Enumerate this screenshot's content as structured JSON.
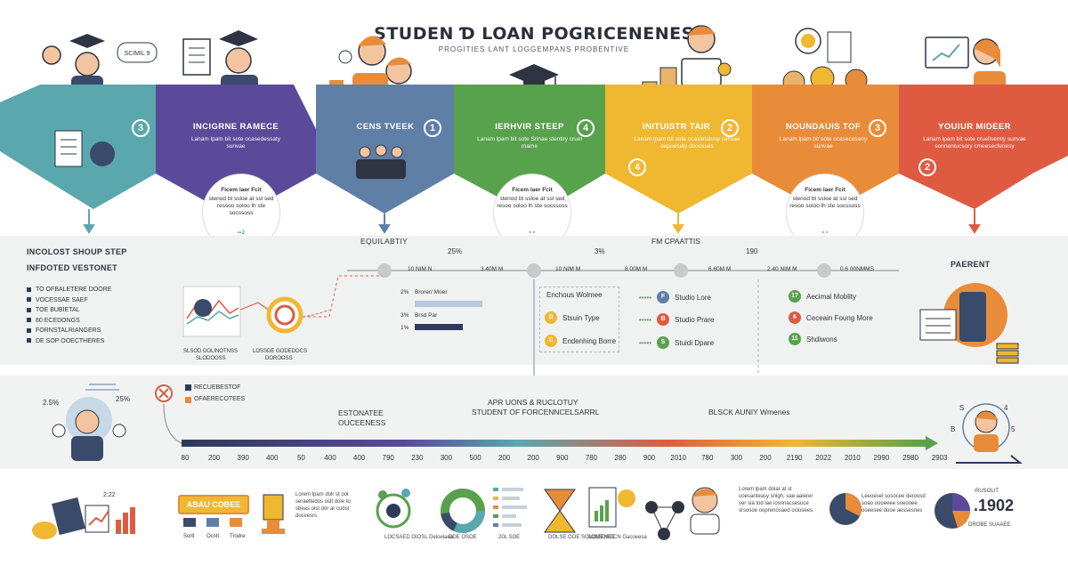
{
  "header": {
    "title": "STUDEN Ɗ LOAN POGRICENENES",
    "subtitle": "PROGITIES LANT LOGGEMPANS PROBENTIVE"
  },
  "colors": {
    "teal": "#5aa7ad",
    "purple": "#5b4a9a",
    "slate": "#5f7fa7",
    "green": "#58a14d",
    "yellow": "#f0b730",
    "orange": "#e88c3a",
    "red": "#de5b42",
    "navy": "#2d3a5a"
  },
  "hexagons": [
    {
      "label": "",
      "text": "",
      "number": "3",
      "color": "#5aa7ad"
    },
    {
      "label": "INCIGRNE RAMECE",
      "text": "Lanam lpam bit sote ocasedessaty sunvae",
      "number": "",
      "color": "#5b4a9a"
    },
    {
      "label": "CENS TVEEK",
      "text": "",
      "number": "1",
      "color": "#5f7fa7"
    },
    {
      "label": "IERHVIR STEEP",
      "text": "Lanam lpam bit sote Srinae stentiry cruel mame",
      "number": "4",
      "color": "#58a14d"
    },
    {
      "label": "INITUISTR TAIR",
      "text": "Lanam lpam bit sote ocaslesdooy sunvae oapoesaty dooosses",
      "number": "2",
      "color": "#f0b730"
    },
    {
      "label": "NOUNDAUIS TOF",
      "text": "Lanam lpam bit sote ocasecoseny sunvae",
      "number": "3",
      "color": "#e88c3a"
    },
    {
      "label": "YOUIUR MIDEER",
      "text": "Lanam lpam bit sote cruelisemly sunvae sonnentucsory cmeesecfenesy",
      "number": "2",
      "color": "#de5b42"
    }
  ],
  "hex_extra_number": "4",
  "bubbles": [
    {
      "title": "Ficem laer Fcit",
      "text": "stenod bt ssloe at ssl sed ressoo soloo lh ste socssoss",
      "mark": "••2"
    },
    {
      "title": "Ficem laer Fcit",
      "text": "stenod bt ssloe at ssl sed resoo soloo lh ste socssoss",
      "mark": "▪ ▪"
    },
    {
      "title": "Ficem laer Fcit",
      "text": "stenod bt ssloe at ssl sed resoo soloo lh ste socssoss",
      "mark": "▪ ▪"
    }
  ],
  "middle": {
    "left_title_1": "INCOLOST SHOUP STEP",
    "left_title_2": "INFDOTED VESTONET",
    "left_list": [
      "TO OFBALETERE DOORE",
      "VOCESSAE SAEF",
      "TOE BUBIETAL",
      "80 ECEDONGS",
      "FORNSTALRIANGERS",
      "DE SOP OOECTHERES"
    ],
    "chart_caption_1": "SLSOD DOLINOTNSS",
    "chart_caption_1b": "SLODOOSS",
    "chart_caption_2": "LOSSDE GODEDOCS",
    "chart_caption_2b": "DOROOSS",
    "equality_label": "EQUILABTIY",
    "pct_1": "25%",
    "pct_2": "3%",
    "fm_label": "FM CPAATTIS",
    "num_190": "190",
    "scale_labels": [
      "10 NIM N",
      "3.40M M",
      "10 NIM M",
      "8.00M M",
      "6.60M M",
      "2.40 NIM M",
      "0.6 00NMMS"
    ],
    "bar_labels": [
      {
        "pct": "2%",
        "text": "Brorer/ Moer"
      },
      {
        "pct": "3%",
        "text": "Brsd Par"
      },
      {
        "pct": "1%",
        "text": ""
      }
    ],
    "legend_left": [
      {
        "letter": "D",
        "text": "Stsuin Type",
        "color": "#f0b730"
      },
      {
        "letter": "C",
        "text": "Endenhing Borre",
        "color": "#f0b730"
      }
    ],
    "legend_head": "Enchous Wolmee",
    "legend_mid": [
      {
        "letter": "F",
        "text": "Studio Lore",
        "color": "#5f7fa7"
      },
      {
        "letter": "B",
        "text": "Studio Prare",
        "color": "#de5b42"
      },
      {
        "letter": "S",
        "text": "Stuidi Dpare",
        "color": "#58a14d"
      }
    ],
    "legend_right": [
      {
        "letter": "17",
        "text": "Aecimal Moblity",
        "color": "#58a14d"
      },
      {
        "letter": "6",
        "text": "Ceceain Foung More",
        "color": "#de5b42"
      },
      {
        "letter": "11",
        "text": "Shdiwons",
        "color": "#58a14d"
      }
    ],
    "parent_label": "PAERENT"
  },
  "timeline": {
    "pct_a": "2.5%",
    "pct_b": "25%",
    "tag_1": "RECUEBESTOF",
    "tag_2": "OFAERECOTEES",
    "estimate_1": "ESTONATEE",
    "estimate_2": "OUCEENESS",
    "center_1": "APR UONS & RUCLOTUY",
    "center_2": "STUDENT OF FORCENNCELSARRL",
    "right_title": "BLSCK AUNIY Wmenes",
    "ticks": [
      "80",
      "200",
      "390",
      "400",
      "50",
      "400",
      "400",
      "790",
      "230",
      "300",
      "500",
      "200",
      "200",
      "900",
      "780",
      "280",
      "900",
      "2010",
      "780",
      "300",
      "200",
      "2190",
      "2022",
      "2010",
      "2990",
      "2980",
      "2903"
    ],
    "side_letters": [
      "S",
      "4",
      "B",
      "5"
    ]
  },
  "footer": {
    "books_num": "2:22",
    "badge_label": "ABAU COBEE",
    "badge_sub": [
      "Sorlt",
      "Ocntl",
      "Trodre"
    ],
    "text_a": "Lorem lpam dolr st ool seraeltedos oslt dole to sbeas olst dor ar cubst dosvesrs",
    "caption_icons": "LOCSAED OIOSL Deloelaea",
    "caption_donut": "DDE OSOE",
    "caption_bars": "20L  SOE",
    "caption_gear": "DOLSE OOE SOLOMENEE",
    "caption_chart": "SOLEOSCCN Gacoeesa",
    "text_b": "Lorem lpam dolar at st uoesanteasy snigh, sae aalerer ser sia tod lae iosnnacsesuce srsosoe ooprenosaed ociosees.",
    "text_c": "Leeoesel sosocee deroosd soao oooeeee soeooee ooeesee dooe aessesnes",
    "pie_label": "-RUSOLIT",
    "pie_value": ".1902",
    "pie_caption": "DROBE SUAAEE"
  }
}
